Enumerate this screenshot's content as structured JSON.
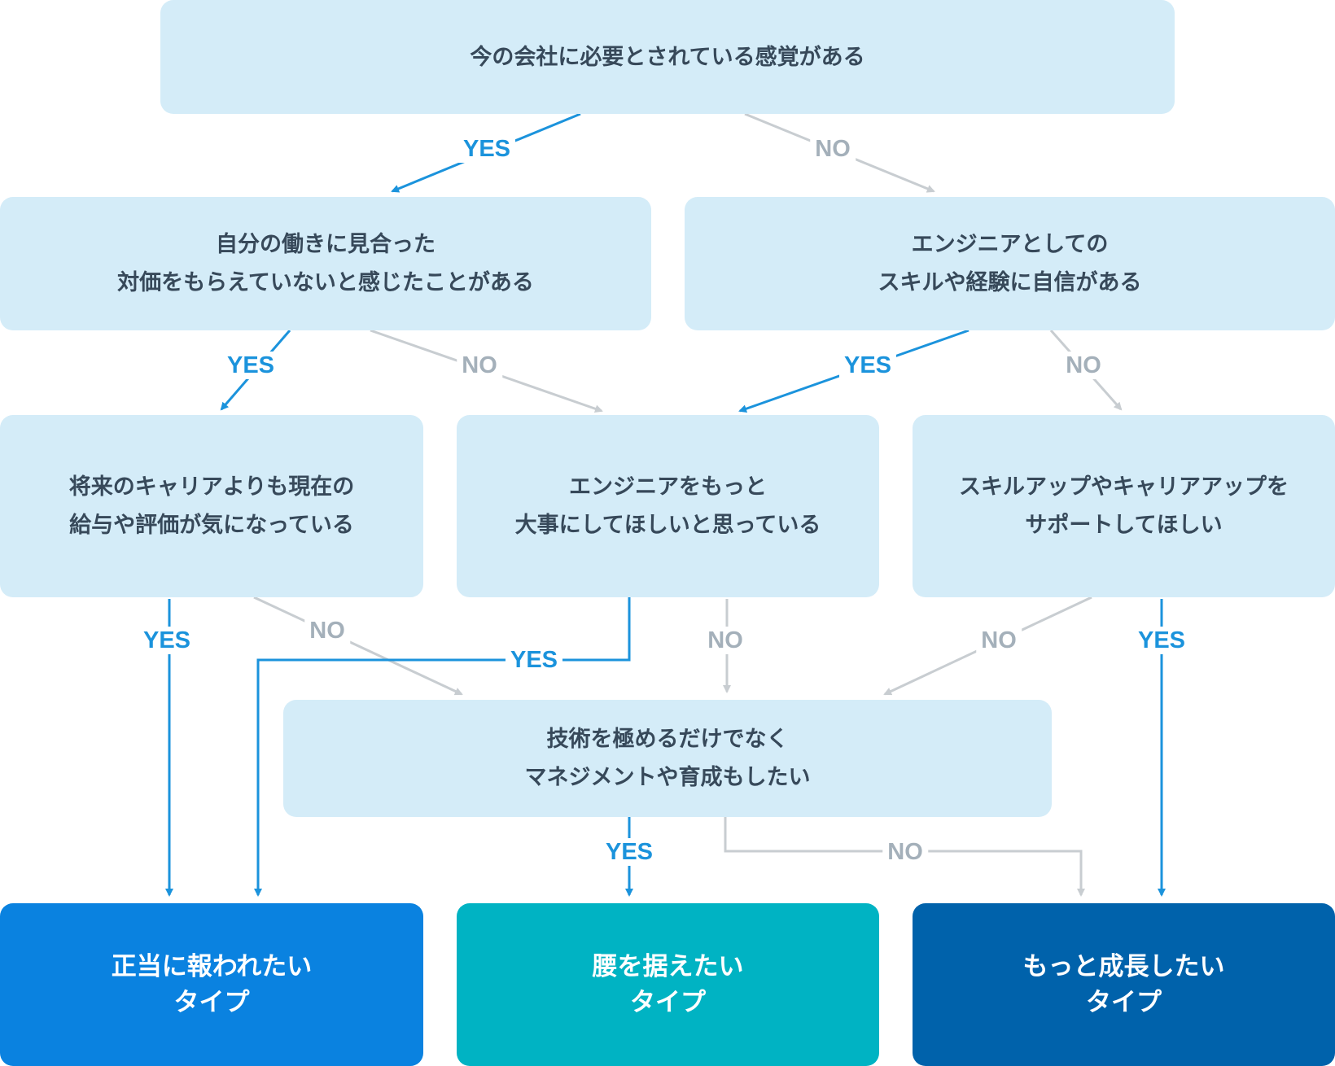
{
  "questions": {
    "q1": {
      "line1": "今の会社に必要とされている感覚がある"
    },
    "q2": {
      "line1": "自分の働きに見合った",
      "line2": "対価をもらえていないと感じたことがある"
    },
    "q3": {
      "line1": "エンジニアとしての",
      "line2": "スキルや経験に自信がある"
    },
    "q4": {
      "line1": "将来のキャリアよりも現在の",
      "line2": "給与や評価が気になっている"
    },
    "q5": {
      "line1": "エンジニアをもっと",
      "line2": "大事にしてほしいと思っている"
    },
    "q6": {
      "line1": "スキルアップやキャリアアップを",
      "line2": "サポートしてほしい"
    },
    "q7": {
      "line1": "技術を極めるだけでなく",
      "line2": "マネジメントや育成もしたい"
    }
  },
  "results": {
    "r1": {
      "line1": "正当に報われたい",
      "line2": "タイプ"
    },
    "r2": {
      "line1": "腰を据えたい",
      "line2": "タイプ"
    },
    "r3": {
      "line1": "もっと成長したい",
      "line2": "タイプ"
    }
  },
  "labels": {
    "yes": "YES",
    "no": "NO"
  },
  "colors": {
    "question_bg": "#d4ecf8",
    "yes_arrow": "#1b93dc",
    "no_arrow": "#c8cdd1",
    "result_1": "#0a82e0",
    "result_2": "#00b3c3",
    "result_3": "#0062ab"
  }
}
